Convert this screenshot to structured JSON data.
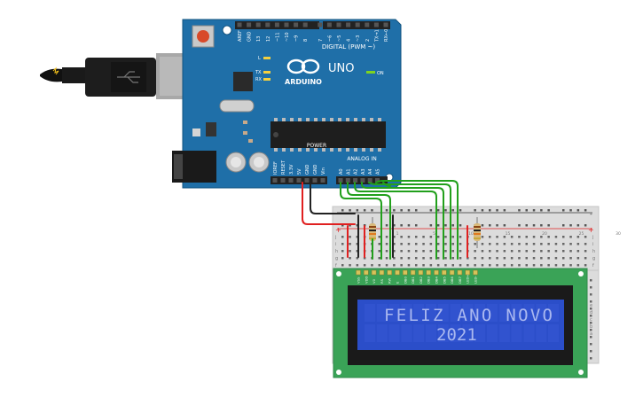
{
  "board": {
    "logo": "∞",
    "brand": "ARDUINO",
    "model": "UNO",
    "digital_label": "DIGITAL (PWM ~)",
    "power_label": "POWER",
    "analog_label": "ANALOG IN",
    "on_label": "ON",
    "led_l": "L",
    "led_tx": "TX",
    "led_rx": "RX",
    "digital_pins": [
      "AREF",
      "GND",
      "13",
      "12",
      "~11",
      "~10",
      "~9",
      "8",
      "7",
      "~6",
      "~5",
      "4",
      "~3",
      "2",
      "TX→1",
      "RX←0"
    ],
    "power_pins": [
      "IOREF",
      "RESET",
      "3.3V",
      "5V",
      "GND",
      "GND",
      "Vin"
    ],
    "analog_pins": [
      "A0",
      "A1",
      "A2",
      "A3",
      "A4",
      "A5"
    ]
  },
  "lcd": {
    "line1": "FELIZ ANO NOVO",
    "line2": "2021",
    "pin_labels": [
      "VSS",
      "VDD",
      "V0",
      "RS",
      "RW",
      "E",
      "DB0",
      "DB1",
      "DB2",
      "DB3",
      "DB4",
      "DB5",
      "DB6",
      "DB7",
      "LED+",
      "LED-"
    ]
  },
  "breadboard": {
    "rail_plus": "+",
    "rail_minus": "-",
    "col_numbers": [
      "1",
      "5",
      "10",
      "15",
      "20",
      "25",
      "30"
    ],
    "row_letters_top": [
      "j",
      "i",
      "h",
      "g",
      "f"
    ],
    "row_letters_bottom": [
      "e",
      "d",
      "c",
      "b",
      "a"
    ]
  },
  "colors": {
    "board": "#1f6fa8",
    "lcd_screen": "#2b4ec9",
    "lcd_text": "#aab8f0",
    "wire_green": "#22a01c",
    "wire_red": "#e02020",
    "wire_black": "#222222"
  }
}
